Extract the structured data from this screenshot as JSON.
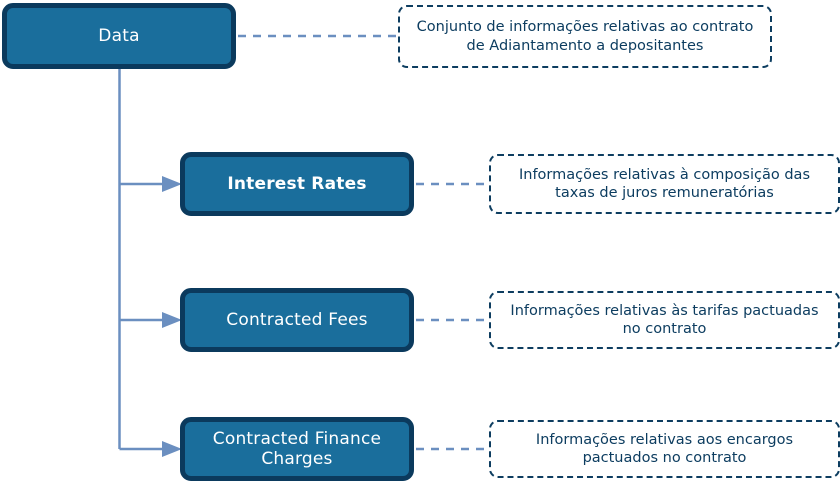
{
  "diagram": {
    "title": "Data",
    "accent_fill": "#1a6e9c",
    "accent_border": "#0b3a5d",
    "connector_color": "#6b8fc0",
    "note_text_color": "#0d3d60",
    "background": "#ffffff"
  },
  "nodes": {
    "root": {
      "label": "Data",
      "note": "Conjunto de informações relativas ao contrato de Adiantamento a depositantes"
    },
    "children": [
      {
        "id": "interest-rates",
        "label": "Interest Rates",
        "note": "Informações relativas à composição das taxas de juros remuneratórias"
      },
      {
        "id": "contracted-fees",
        "label": "Contracted Fees",
        "note": "Informações relativas às tarifas pactuadas no contrato"
      },
      {
        "id": "finance-charges",
        "label": "Contracted Finance Charges",
        "note": "Informações relativas aos encargos pactuados no contrato"
      }
    ]
  }
}
